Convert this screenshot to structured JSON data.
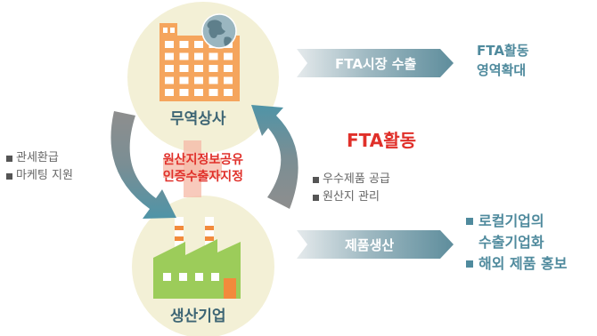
{
  "top_circle": {
    "label": "무역상사",
    "building_icon": "office-building-icon",
    "globe_icon": "globe-icon"
  },
  "bottom_circle": {
    "label": "생산기업",
    "factory_icon": "factory-icon"
  },
  "center": {
    "line1": "원산지정보공유",
    "line2": "인증수출자지정"
  },
  "fta_title": "FTA활동",
  "top_band": {
    "label": "FTA시장 수출"
  },
  "top_right": {
    "line1": "FTA활동",
    "line2": "영역확대"
  },
  "left_items": [
    "관세환급",
    "마케팅 지원"
  ],
  "right_items": [
    "우수제품 공급",
    "원산지 관리"
  ],
  "bottom_band": {
    "label": "제품생산"
  },
  "bottom_right_items": [
    "로컬기업의",
    "수출기업화",
    "해외 제품 홍보"
  ],
  "colors": {
    "circle_fill": "#f3f0d6",
    "building_orange": "#f5a55d",
    "factory_green": "#9ccc5a",
    "arrow_gray": "#8a8a8a",
    "arrow_teal": "#5a9aab",
    "accent_red": "#e0302a",
    "band_start": "#e5eaec",
    "band_end": "#5e8d9c",
    "text_teal": "#4f8a9d"
  }
}
